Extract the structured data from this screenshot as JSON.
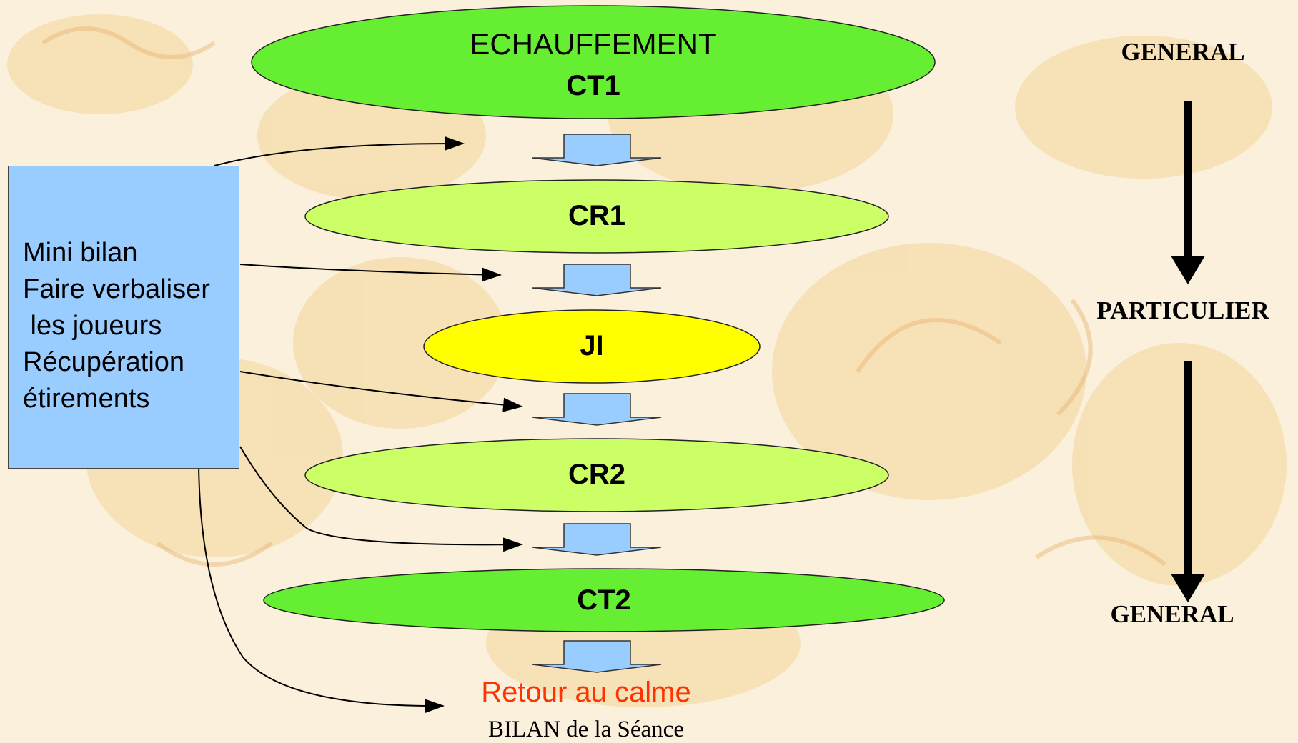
{
  "flow": {
    "warmup": {
      "title": "ECHAUFFEMENT",
      "code": "CT1"
    },
    "stage_cr1": "CR1",
    "stage_ji": "JI",
    "stage_cr2": "CR2",
    "stage_ct2": "CT2",
    "cooldown": "Retour au calme",
    "session_review": "BILAN de la Séance"
  },
  "side_box": {
    "lines": [
      "Mini bilan",
      "Faire verbaliser",
      " les joueurs",
      "Récupération",
      "étirements"
    ]
  },
  "progression": {
    "top": "GENERAL",
    "middle": "PARTICULIER",
    "bottom": "GENERAL"
  },
  "colors": {
    "bright_green": "#66ee33",
    "light_green": "#ccff66",
    "yellow": "#ffff00",
    "box_blue": "#99ccff",
    "cooldown_red": "#ff3300"
  }
}
